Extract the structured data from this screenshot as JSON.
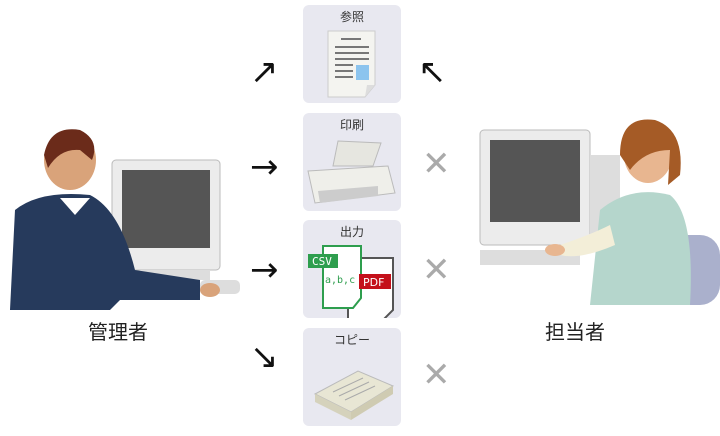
{
  "actions": [
    {
      "label": "参照",
      "admin_arrow": "↗",
      "staff_mark": "↖"
    },
    {
      "label": "印刷",
      "admin_arrow": "→",
      "staff_mark": "✕"
    },
    {
      "label": "出力",
      "admin_arrow": "→",
      "staff_mark": "✕",
      "badges": {
        "csv": "CSV",
        "csv_content": "a,b,c",
        "pdf": "PDF"
      }
    },
    {
      "label": "コピー",
      "admin_arrow": "↘",
      "staff_mark": "✕"
    }
  ],
  "roles": {
    "admin": "管理者",
    "staff": "担当者"
  },
  "colors": {
    "box": "#e8e8f0",
    "cross": "#aaaaaa",
    "csv": "#2e9e4e",
    "pdf": "#c4101a"
  }
}
